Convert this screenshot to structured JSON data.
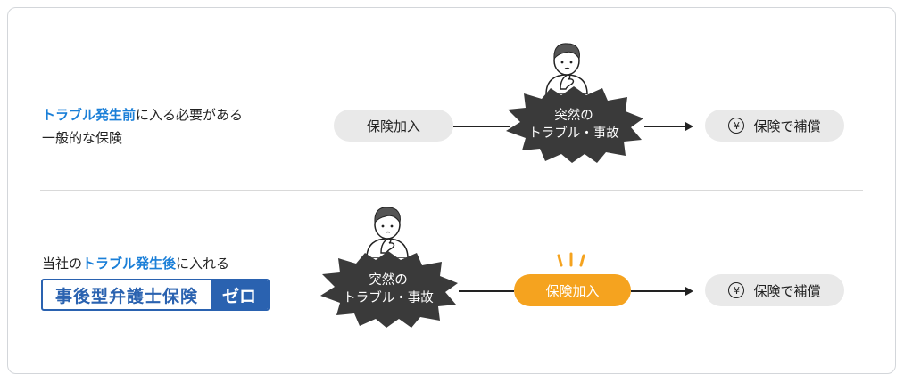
{
  "row1": {
    "desc_highlight": "トラブル発生前",
    "desc_rest": "に入る必要がある",
    "desc_line2": "一般的な保険",
    "pill_left": "保険加入",
    "burst_line1": "突然の",
    "burst_line2": "トラブル・事故",
    "result": "保険で補償",
    "yen_symbol": "¥"
  },
  "row2": {
    "desc_prefix": "当社の",
    "desc_highlight": "トラブル発生後",
    "desc_rest": "に入れる",
    "logo_main": "事後型弁護士保険",
    "logo_zero": "ゼロ",
    "burst_line1": "突然の",
    "burst_line2": "トラブル・事故",
    "pill_mid": "保険加入",
    "result": "保険で補償",
    "yen_symbol": "¥"
  },
  "colors": {
    "highlight": "#1a7fd8",
    "orange": "#f5a31f",
    "burst": "#3a3a3a",
    "logo": "#2a62b0",
    "pill": "#e9e9e9"
  },
  "icons": [
    "thinking-person-icon",
    "yen-coin-icon",
    "alert-lines-icon",
    "arrow-right-icon"
  ]
}
